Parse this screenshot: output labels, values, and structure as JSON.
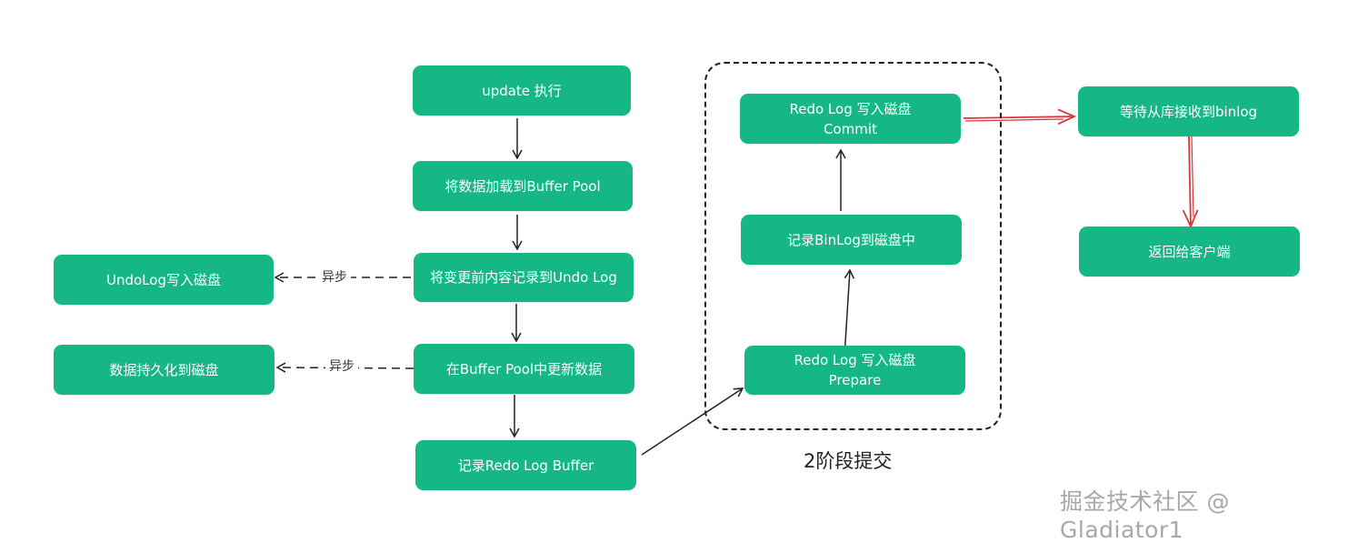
{
  "nodes": {
    "update_exec": "update 执行",
    "load_buffer_pool": "将数据加载到Buffer Pool",
    "record_undo_log": "将变更前内容记录到Undo Log",
    "update_in_buffer_pool": "在Buffer Pool中更新数据",
    "record_redo_log_buffer": "记录Redo Log Buffer",
    "undolog_write_disk": "UndoLog写入磁盘",
    "data_persist_disk": "数据持久化到磁盘",
    "redo_prepare": {
      "line1": "Redo Log 写入磁盘",
      "line2": "Prepare"
    },
    "binlog_record": "记录BinLog到磁盘中",
    "redo_commit": {
      "line1": "Redo Log 写入磁盘",
      "line2": "Commit"
    },
    "wait_slave_binlog": "等待从库接收到binlog",
    "return_client": "返回给客户端"
  },
  "edge_labels": {
    "async_undo": "异步",
    "async_persist": "异步"
  },
  "group": {
    "label": "2阶段提交"
  },
  "watermark": "掘金技术社区 @ Gladiator1",
  "colors": {
    "node_fill": "#15b884",
    "node_text": "#ffffff",
    "arrow": "#222222",
    "arrow_red": "#d8363a"
  }
}
